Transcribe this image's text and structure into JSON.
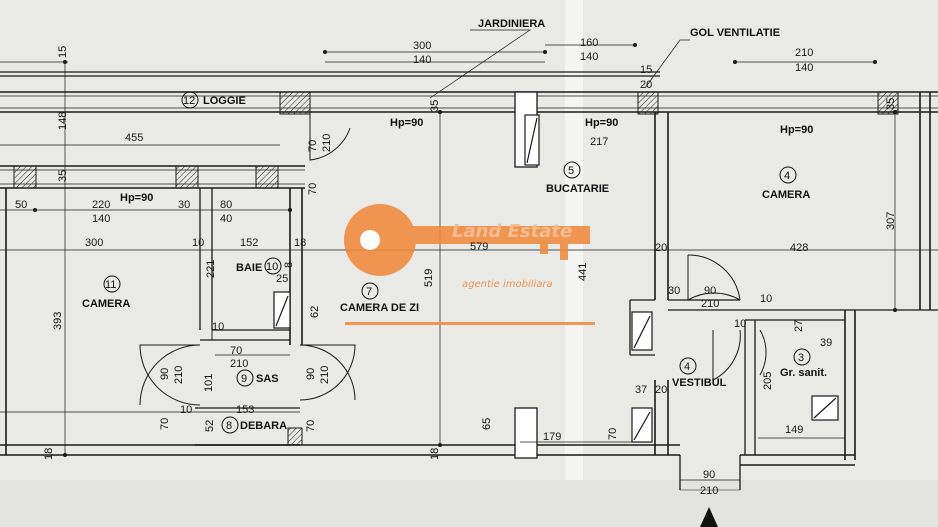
{
  "labels": {
    "jardiniera": "JARDINIERA",
    "gol_ventilatie": "GOL VENTILATIE",
    "loggie": "LOGGIE",
    "camera_left": "CAMERA",
    "baie": "BAIE",
    "camera_de_zi": "CAMERA DE ZI",
    "sas": "SAS",
    "debara": "DEBARA",
    "bucatarie": "BUCATARIE",
    "camera_right": "CAMERA",
    "vestibul": "VESTIBUL",
    "gr_sanit": "Gr. sanit."
  },
  "room_numbers": {
    "loggie": "12",
    "camera_left": "11",
    "baie": "10",
    "camera_de_zi": "7",
    "sas": "9",
    "debara": "8",
    "bucatarie": "5",
    "camera_right": "4",
    "vestibul": "4",
    "gr_sanit": "3"
  },
  "heights": {
    "hp_loggie": "Hp=90",
    "hp_left": "Hp=90",
    "hp_kitchen": "Hp=90",
    "hp_right": "Hp=90"
  },
  "dimensions": {
    "top_300": "300",
    "top_140a": "140",
    "top_160": "160",
    "top_140b": "140",
    "top_210": "210",
    "top_140c": "140",
    "d_15a": "15",
    "d_15b": "15",
    "d_20a": "20",
    "d_148": "148",
    "d_455": "455",
    "d_35a": "35",
    "d_35b": "35",
    "d_35c": "35",
    "d_70a": "70",
    "d_210a": "210",
    "d_217": "217",
    "d_50": "50",
    "d_220": "220",
    "d_140d": "140",
    "d_30a": "30",
    "d_80": "80",
    "d_40": "40",
    "d_300b": "300",
    "d_10a": "10",
    "d_152": "152",
    "d_18a": "18",
    "d_579": "579",
    "d_20b": "20",
    "d_428": "428",
    "d_307": "307",
    "d_221": "221",
    "d_25": "25",
    "d_519": "519",
    "d_441": "441",
    "d_393": "393",
    "d_62": "62",
    "d_30b": "30",
    "d_90a": "90",
    "d_210b": "210",
    "d_10b": "10",
    "d_10c": "10",
    "d_27": "27",
    "d_39": "39",
    "d_10d": "10",
    "d_70b": "70",
    "d_210c": "210",
    "d_90b": "90",
    "d_210d": "210",
    "d_90c": "90",
    "d_101": "101",
    "d_90d": "90",
    "d_210e": "210",
    "d_205": "205",
    "d_37": "37",
    "d_20c": "20",
    "d_10e": "10",
    "d_153": "153",
    "d_70c": "70",
    "d_52": "52",
    "d_70d": "70",
    "d_65": "65",
    "d_179": "179",
    "d_70e": "70",
    "d_149": "149",
    "d_18b": "18",
    "d_18c": "18",
    "d_8": "8",
    "d_90e": "90",
    "d_210f": "210",
    "d_70f": "70"
  },
  "watermark": {
    "name": "Land Estate",
    "tagline": "agentie imobiliara",
    "color": "#f08a3c"
  },
  "colors": {
    "paper": "#e9e9e6",
    "ink": "#1a1a1a"
  }
}
